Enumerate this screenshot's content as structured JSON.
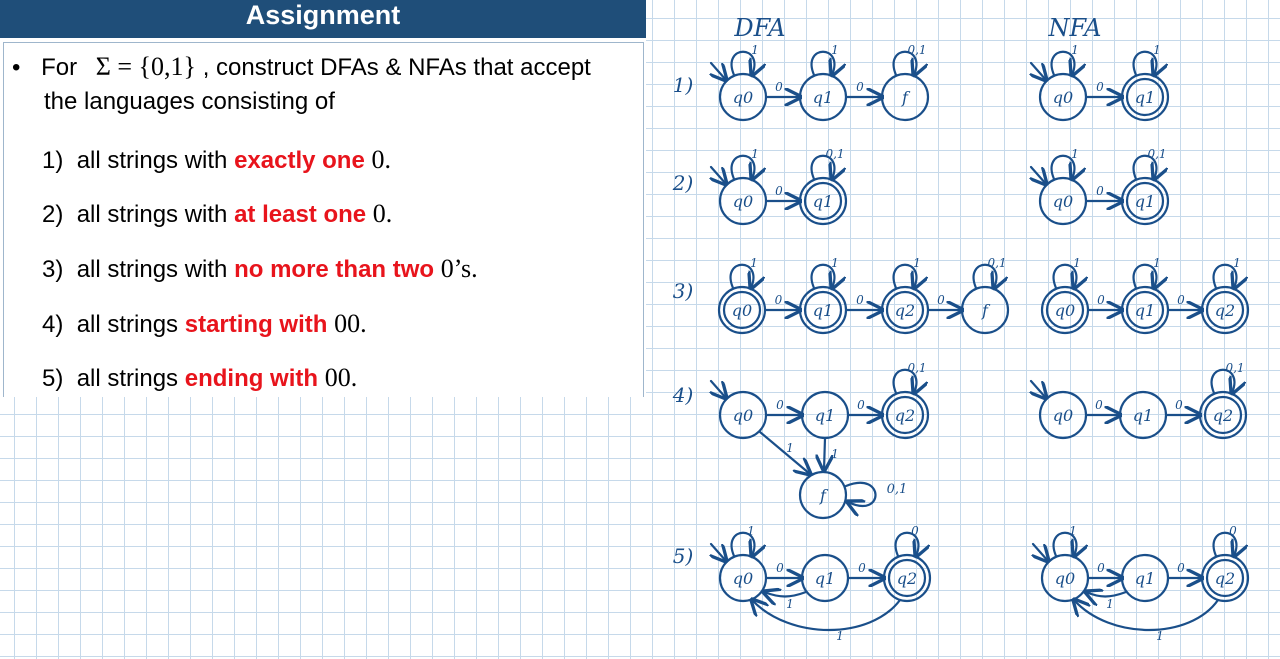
{
  "slide": {
    "title": "Assignment",
    "intro": {
      "bullet": "•",
      "pre": "For",
      "sigma": "Σ = {0,1}",
      "post": ", construct DFAs & NFAs that accept",
      "line2": "the languages consisting of"
    },
    "items": [
      {
        "num": "1)",
        "pre": "all strings with",
        "highlight": "exactly one",
        "post": "0."
      },
      {
        "num": "2)",
        "pre": "all strings with",
        "highlight": "at least one",
        "post": "0."
      },
      {
        "num": "3)",
        "pre": "all strings with",
        "highlight": "no more than two",
        "post": "0’s."
      },
      {
        "num": "4)",
        "pre": "all strings",
        "highlight": "starting with",
        "post": "00."
      },
      {
        "num": "5)",
        "pre": "all strings",
        "highlight": "ending with",
        "post": "00."
      }
    ]
  },
  "handwriting": {
    "dfa_heading": "DFA",
    "nfa_heading": "NFA",
    "row_labels": [
      "1)",
      "2)",
      "3)",
      "4)",
      "5)"
    ],
    "state_q0": "q0",
    "state_q1": "q1",
    "state_q2": "q2",
    "state_f": "f",
    "sym_0": "0",
    "sym_1": "1",
    "sym_01": "0,1"
  },
  "colors": {
    "title_bar": "#1f4e79",
    "highlight": "#e8141c",
    "ink": "#1a4f8a",
    "grid": "#c6d9ea"
  }
}
